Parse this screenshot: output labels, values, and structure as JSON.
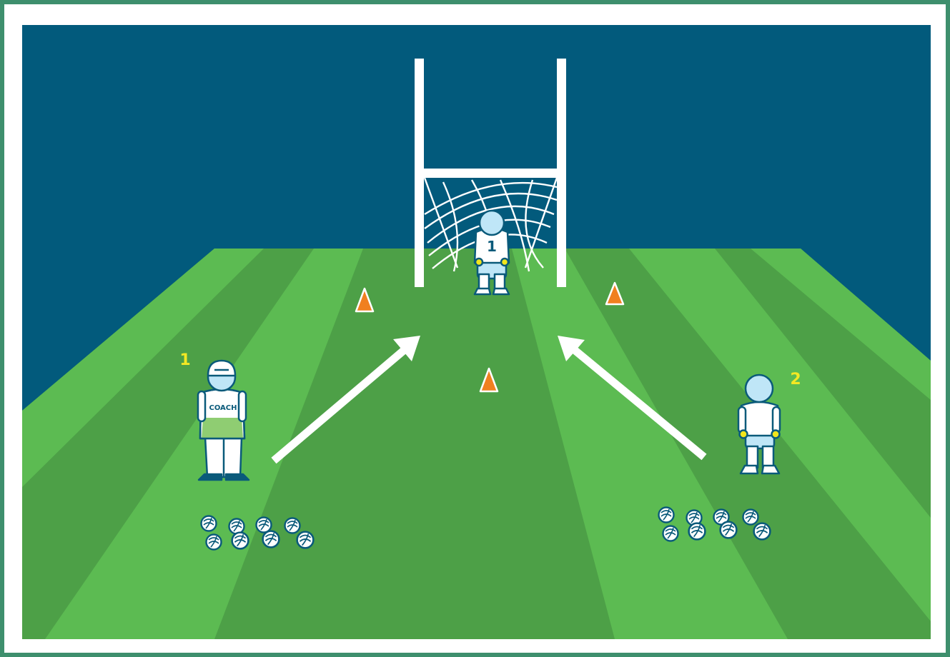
{
  "colors": {
    "frame_border": "#3e8f6d",
    "sky": "#025a7c",
    "field_dark": "#4da047",
    "field_light": "#5cbb52",
    "goal_post": "#ffffff",
    "cone": "#f08020",
    "marker": "#f3e824",
    "outline": "#0a5a7a",
    "player_body": "#ffffff",
    "player_skin": "#bfe6f7",
    "glove": "#f1e51c",
    "coach_bib": "#8fcd72"
  },
  "labels": {
    "goalkeeper_number": "1",
    "coach_number": "1",
    "player_two_number": "2",
    "coach_bib_text": "COACH"
  },
  "icons": {
    "cone": "orange-cone-icon",
    "ball": "football-icon",
    "arrow": "direction-arrow-icon"
  },
  "scene": {
    "cones_count": 3,
    "left_ball_pile_count": 8,
    "right_ball_pile_count": 8
  }
}
